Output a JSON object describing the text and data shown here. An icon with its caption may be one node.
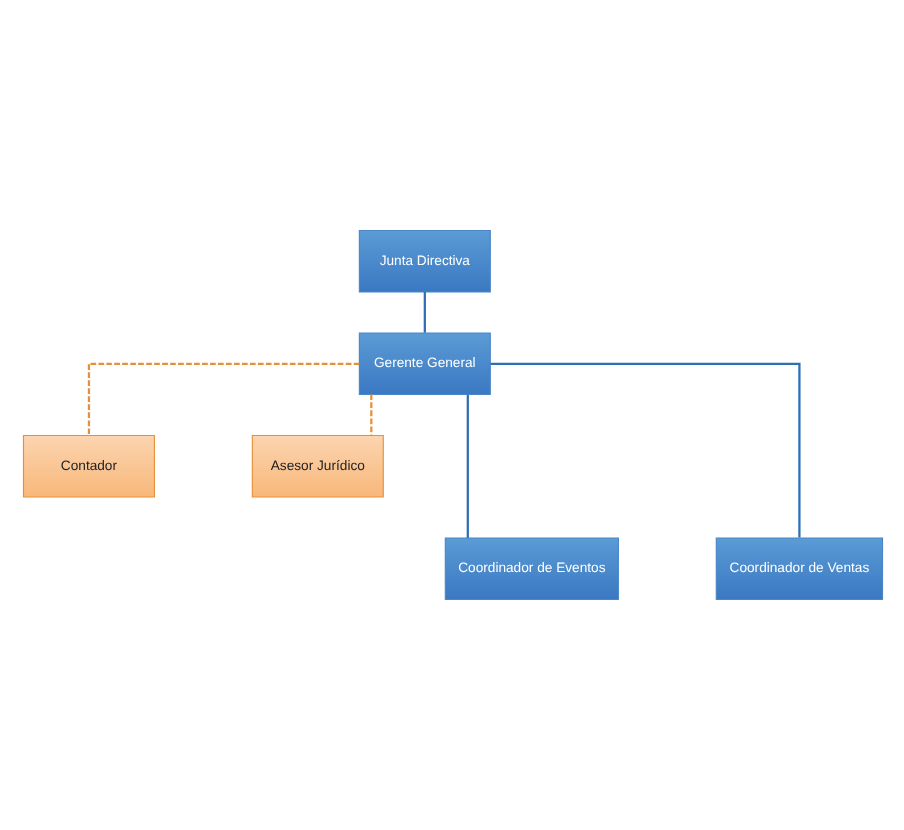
{
  "diagram": {
    "nodes": [
      {
        "text": [
          "Junta Directiva"
        ]
      },
      {
        "text": [
          "Gerente General"
        ]
      },
      {
        "text": [
          "Contador"
        ]
      },
      {
        "text": [
          "Asesor Jurídico"
        ]
      },
      {
        "text": [
          "Coordinador de Eventos"
        ]
      },
      {
        "text": [
          "Coordinador de Ventas"
        ]
      }
    ],
    "edges": [
      {
        "from": 0,
        "to": 1,
        "arrow": "none"
      },
      {
        "from": 1,
        "to": 2,
        "arrow": "none",
        "style": "dashed",
        "color": "#e69138"
      },
      {
        "from": 1,
        "to": 3,
        "arrow": "none",
        "style": "dashed",
        "color": "#e69138"
      },
      {
        "from": 1,
        "to": 4,
        "arrow": "none"
      },
      {
        "from": 1,
        "to": 5,
        "arrow": "none"
      }
    ]
  }
}
